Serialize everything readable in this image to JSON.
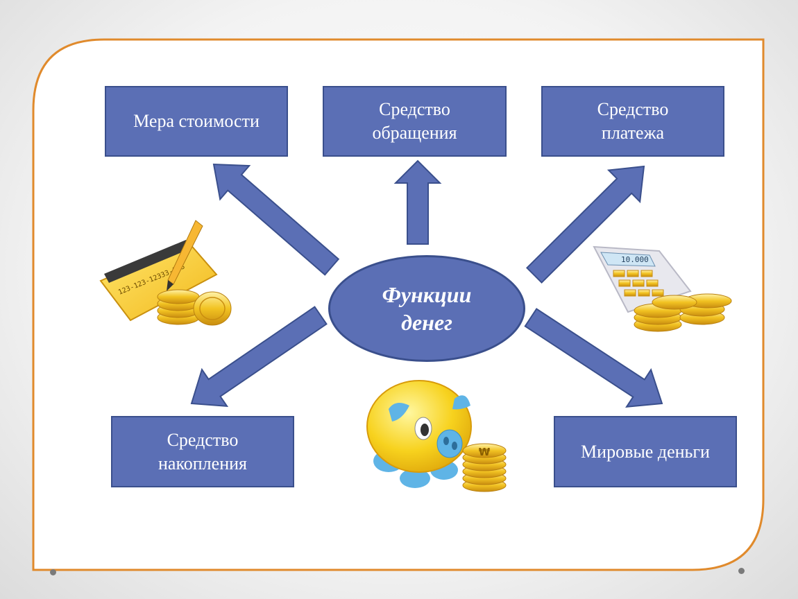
{
  "diagram": {
    "center": "Функции\nденег",
    "nodes": {
      "measure_of_value": "Мера стоимости",
      "medium_of_exchange": "Средство\nобращения",
      "means_of_payment": "Средство\nплатежа",
      "store_of_value": "Средство\nнакопления",
      "world_money": "Мировые деньги"
    },
    "coin_symbol": "₩",
    "card_number": "123-123-12333-123",
    "calculator_display": "10.000"
  },
  "colors": {
    "box_fill": "#5b6fb5",
    "box_border": "#3a4f8c",
    "frame_border": "#e08a2c",
    "gold": "#f2c322"
  }
}
